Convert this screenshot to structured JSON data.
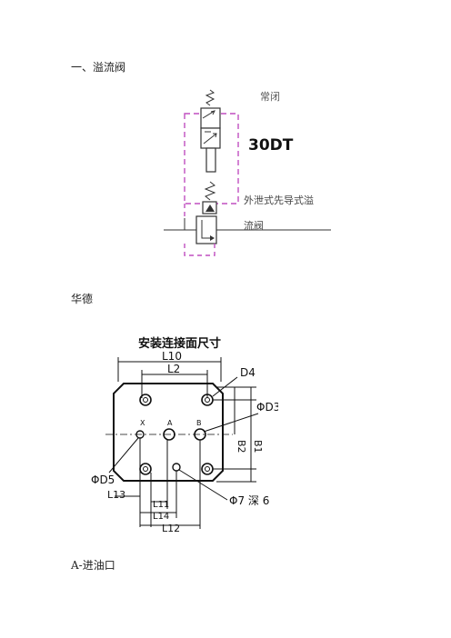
{
  "headings": {
    "section_title": "一、溢流阀",
    "brand": "华德",
    "port_a_note": "A-进油口"
  },
  "symbol": {
    "normally_closed": "常闭",
    "solenoid_code": "30DT",
    "valve_name_line1": "外泄式先导式溢",
    "valve_name_line2": "流阀",
    "dashed_color": "#c04fc0"
  },
  "mount": {
    "title": "安装连接面尺寸",
    "L10": "L10",
    "L2": "L2",
    "D4": "D4",
    "D3": "ΦD3",
    "X": "X",
    "A": "A",
    "B": "B",
    "B2": "B2",
    "B1": "B1",
    "D5": "ΦD5",
    "L13": "L13",
    "L11": "L11",
    "L14": "L14",
    "L12": "L12",
    "hole7": "Φ7 深 6"
  }
}
